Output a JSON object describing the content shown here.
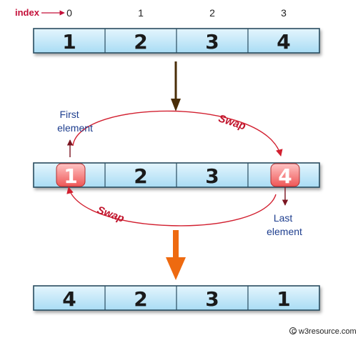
{
  "index_caption": "index",
  "indices": [
    "0",
    "1",
    "2",
    "3"
  ],
  "arrays": [
    {
      "values": [
        "1",
        "2",
        "3",
        "4"
      ],
      "highlighted": []
    },
    {
      "values": [
        "1",
        "2",
        "3",
        "4"
      ],
      "highlighted": [
        0,
        3
      ]
    },
    {
      "values": [
        "4",
        "2",
        "3",
        "1"
      ],
      "highlighted": []
    }
  ],
  "notes": {
    "first_element": [
      "First",
      "element"
    ],
    "last_element": [
      "Last",
      "element"
    ]
  },
  "swap_label": "Swap",
  "credit": "w3resource.com",
  "colors": {
    "cell_top": "#e4f5fd",
    "cell_bottom": "#a9dcf4",
    "cell_border": "#2a4d60",
    "highlight_top": "#ffb4b4",
    "highlight_bottom": "#ef5f5f",
    "swap_arc": "#d22030",
    "down_arrow_1": "#4a2e08",
    "down_arrow_2": "#ee6a10",
    "index_arrow": "#c4103a",
    "note_arrow": "#7a1420",
    "note_text": "#1f3f8f"
  }
}
